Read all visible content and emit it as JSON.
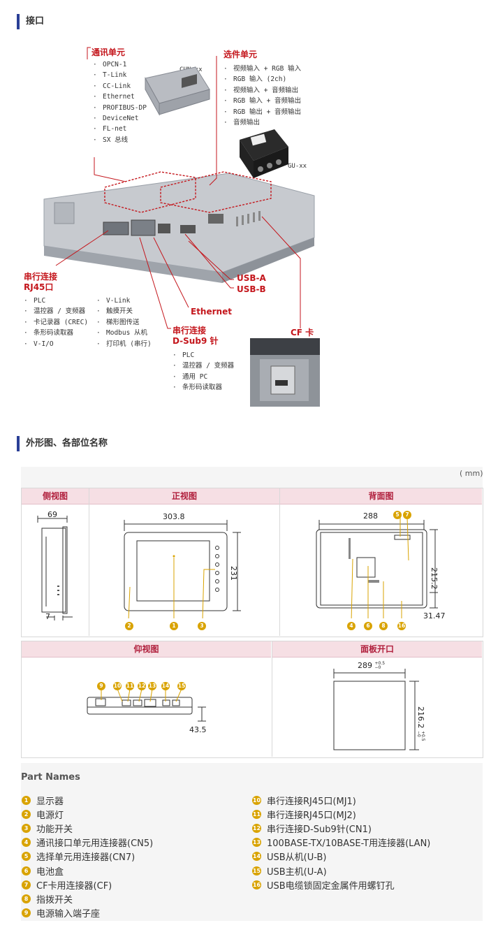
{
  "sections": {
    "interface_title": "接口",
    "outline_title": "外形图、各部位名称"
  },
  "comm_unit": {
    "title": "通讯单元",
    "model": "CUN-xx",
    "items": [
      "OPCN-1",
      "T-Link",
      "CC-Link",
      "Ethernet",
      "PROFIBUS-DP",
      "DeviceNet",
      "FL-net",
      "SX 总线"
    ]
  },
  "option_unit": {
    "title": "选件单元",
    "model": "GU-xx",
    "items": [
      "视频输入 + RGB 输入",
      "RGB 输入 (2ch)",
      "视频输入 + 音频输出",
      "RGB 输入 + 音频输出",
      "RGB 输出 + 音频输出",
      "音频输出"
    ]
  },
  "rj45": {
    "title_line1": "串行连接",
    "title_line2": "RJ45口",
    "items_left": [
      "PLC",
      "温控器 / 变频器",
      "卡记录器 (CREC)",
      "条形码读取器",
      "V-I/O"
    ],
    "items_right": [
      "V-Link",
      "触摸开关",
      "梯形图传送",
      "Modbus 从机",
      "打印机 (串行)"
    ]
  },
  "dsub": {
    "title_line1": "串行连接",
    "title_line2": "D-Sub9 针",
    "items": [
      "PLC",
      "温控器 / 变频器",
      "通用 PC",
      "条形码读取器"
    ]
  },
  "labels": {
    "usb_a": "USB-A",
    "usb_b": "USB-B",
    "ethernet": "Ethernet",
    "cf": "CF 卡"
  },
  "dimensions": {
    "unit": "( mm)",
    "side_title": "侧视图",
    "front_title": "正视图",
    "back_title": "背面图",
    "bottom_title": "仰视图",
    "panel_title": "面板开口",
    "side_width": "69",
    "side_depth": "7",
    "front_width": "303.8",
    "front_height": "231",
    "back_width": "288",
    "back_height": "215.2",
    "back_bottom": "31.47",
    "bottom_height": "43.5",
    "panel_width": "289",
    "panel_width_tol_upper": "+0.5",
    "panel_width_tol_lower": "−0",
    "panel_height": "216.2",
    "panel_height_tol_upper": "+0.5",
    "panel_height_tol_lower": "−0",
    "front_callouts": [
      "2",
      "1",
      "3"
    ],
    "back_callouts_top": [
      "5",
      "7"
    ],
    "back_callouts_bottom": [
      "4",
      "6",
      "8",
      "16"
    ],
    "bottom_callouts": [
      "9",
      "10",
      "11",
      "12",
      "13",
      "14",
      "15"
    ]
  },
  "part_names": {
    "title": "Part Names",
    "left": [
      {
        "n": "1",
        "label": "显示器"
      },
      {
        "n": "2",
        "label": "电源灯"
      },
      {
        "n": "3",
        "label": "功能开关"
      },
      {
        "n": "4",
        "label": "通讯接口单元用连接器(CN5)"
      },
      {
        "n": "5",
        "label": "选择单元用连接器(CN7)"
      },
      {
        "n": "6",
        "label": "电池盒"
      },
      {
        "n": "7",
        "label": "CF卡用连接器(CF)"
      },
      {
        "n": "8",
        "label": "指拨开关"
      },
      {
        "n": "9",
        "label": "电源输入端子座"
      }
    ],
    "right": [
      {
        "n": "10",
        "label": "串行连接RJ45口(MJ1)"
      },
      {
        "n": "11",
        "label": "串行连接RJ45口(MJ2)"
      },
      {
        "n": "12",
        "label": "串行连接D-Sub9针(CN1)"
      },
      {
        "n": "13",
        "label": "100BASE-TX/10BASE-T用连接器(LAN)"
      },
      {
        "n": "14",
        "label": "USB从机(U-B)"
      },
      {
        "n": "15",
        "label": "USB主机(U-A)"
      },
      {
        "n": "16",
        "label": "USB电缆锁固定金属件用螺钉孔"
      }
    ]
  },
  "colors": {
    "accent_red": "#c4161c",
    "section_bar": "#2a3f96",
    "band_pink": "#f6dfe4",
    "badge_gold": "#d9a300"
  }
}
